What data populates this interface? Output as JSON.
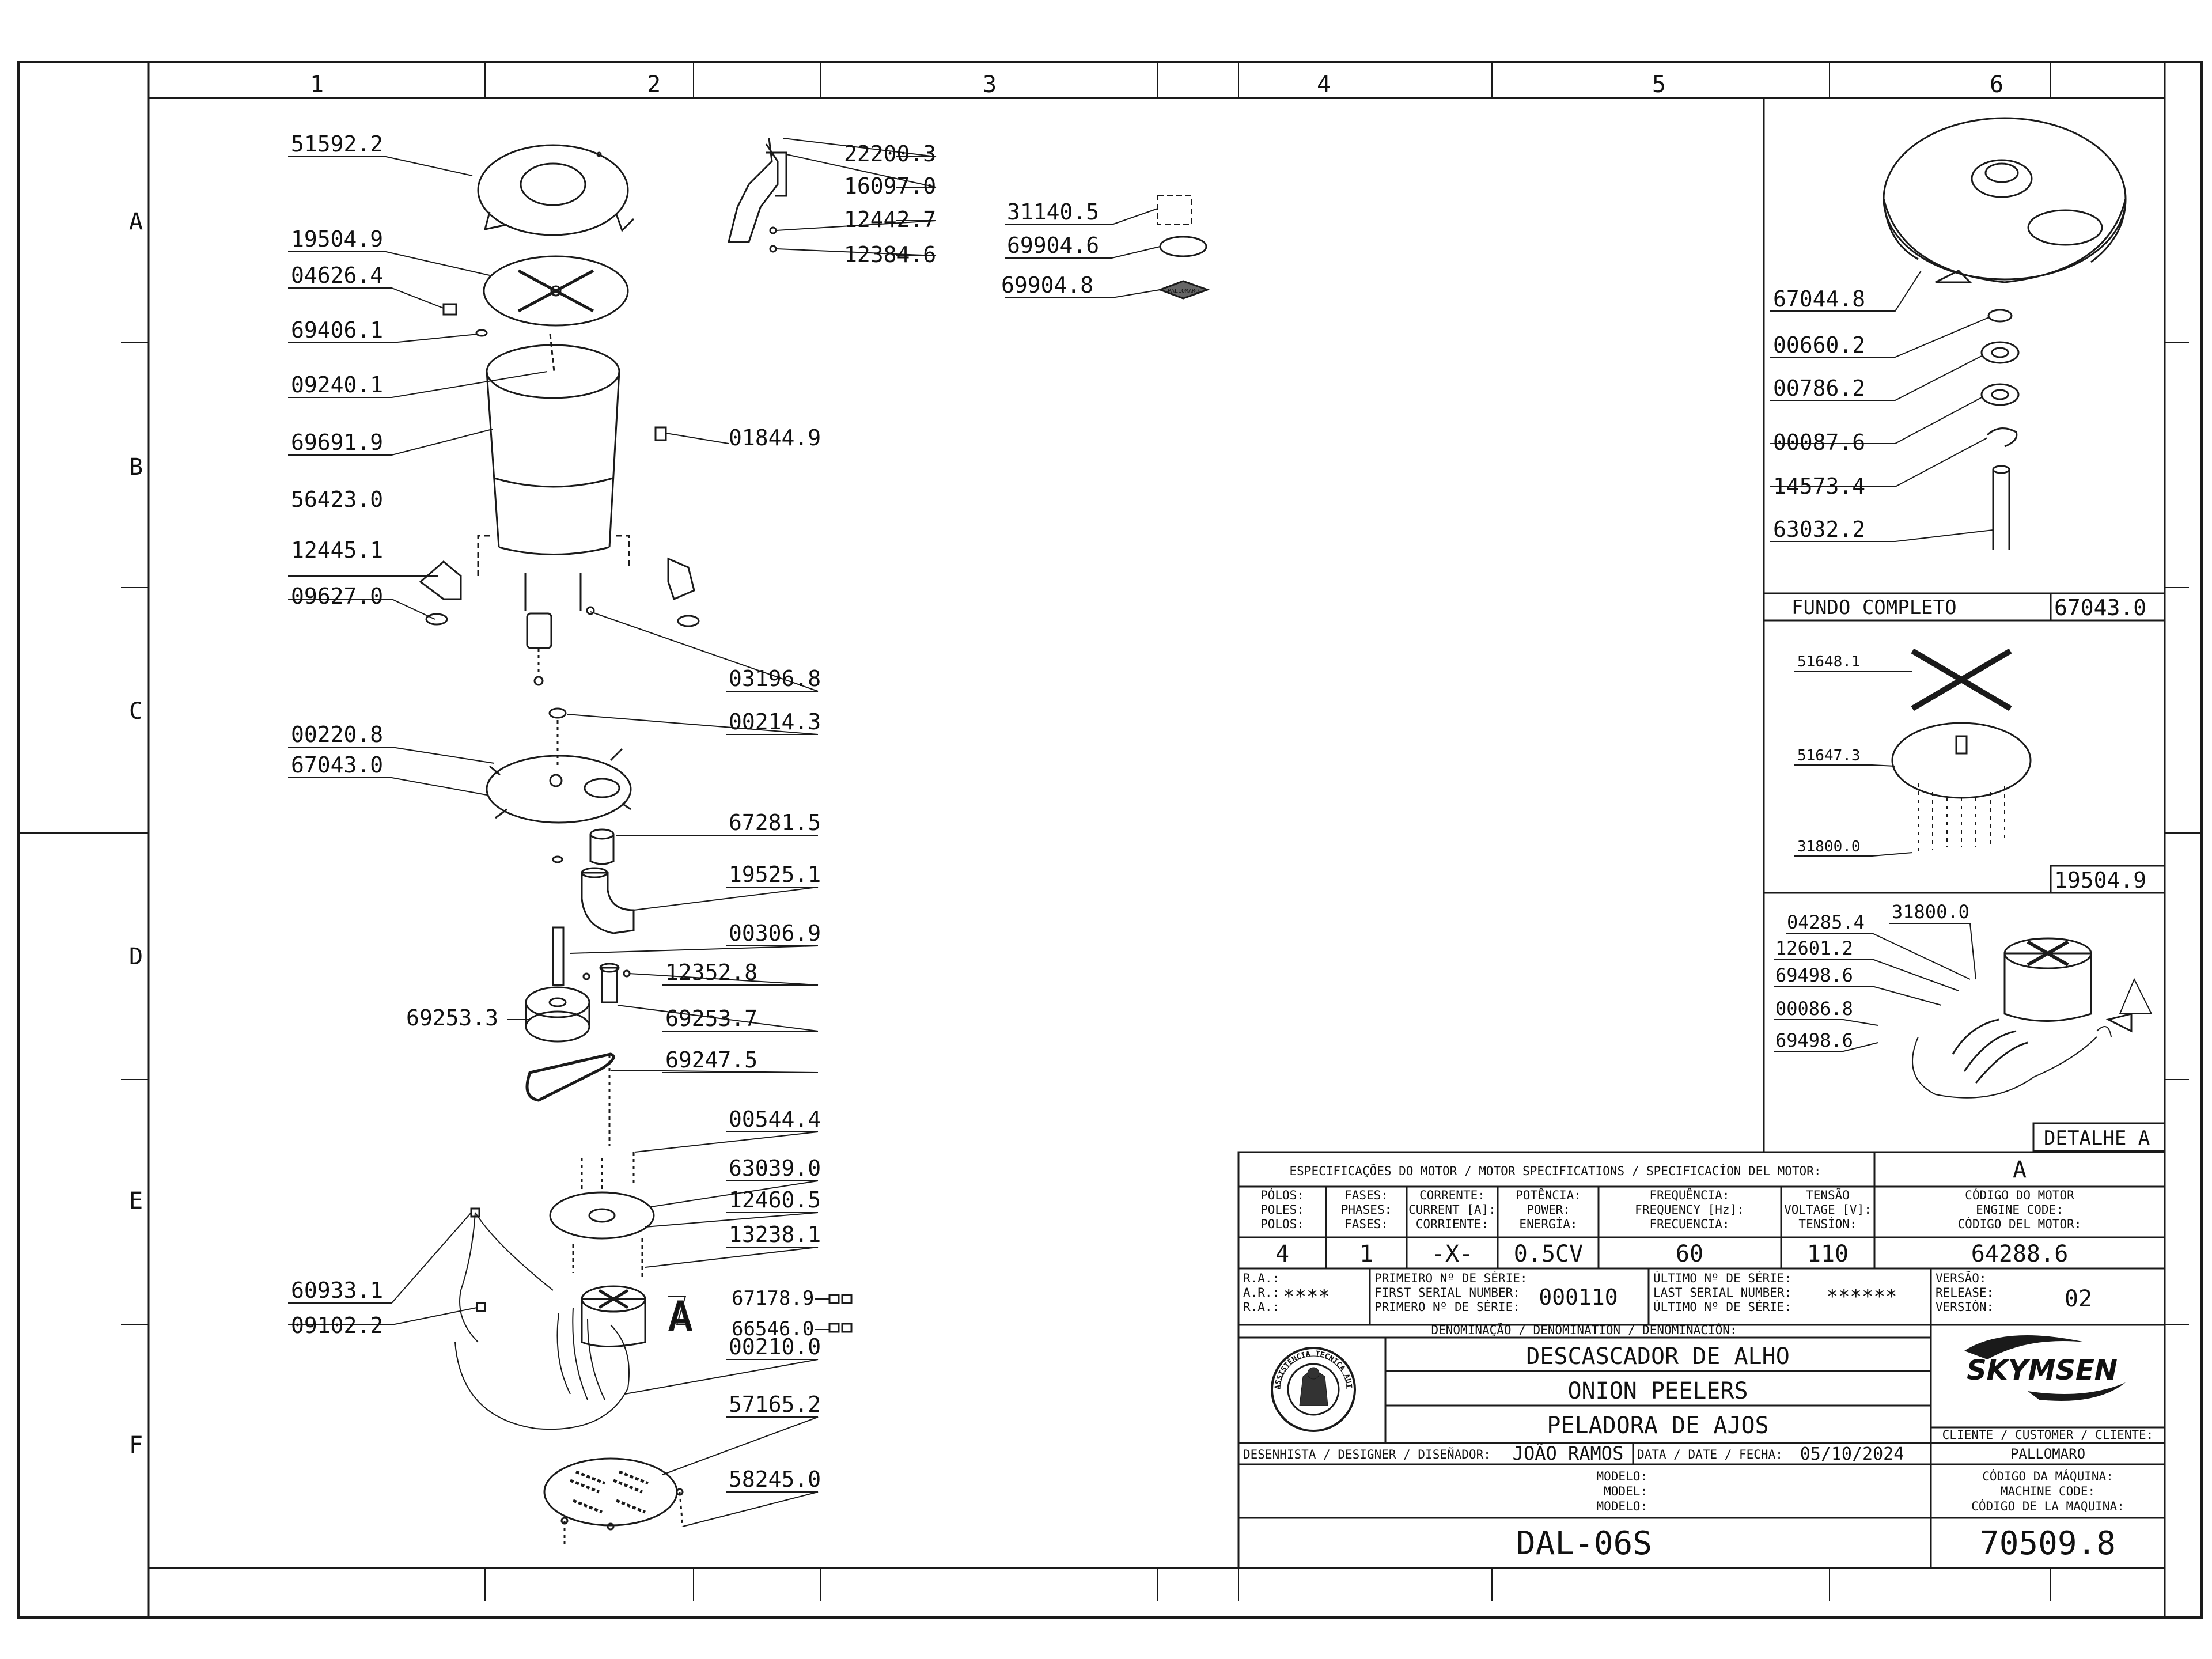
{
  "grid": {
    "columns": [
      "1",
      "2",
      "3",
      "4",
      "5",
      "6"
    ],
    "rows": [
      "A",
      "B",
      "C",
      "D",
      "E",
      "F"
    ]
  },
  "parts": [
    {
      "id": "51592.2"
    },
    {
      "id": "19504.9"
    },
    {
      "id": "04626.4"
    },
    {
      "id": "69406.1"
    },
    {
      "id": "09240.1"
    },
    {
      "id": "69691.9"
    },
    {
      "id": "56423.0"
    },
    {
      "id": "12445.1"
    },
    {
      "id": "09627.0"
    },
    {
      "id": "01844.9"
    },
    {
      "id": "03196.8"
    },
    {
      "id": "00220.8"
    },
    {
      "id": "67043.0"
    },
    {
      "id": "00214.3"
    },
    {
      "id": "67281.5"
    },
    {
      "id": "19525.1"
    },
    {
      "id": "00306.9"
    },
    {
      "id": "12352.8"
    },
    {
      "id": "69253.3"
    },
    {
      "id": "69253.7"
    },
    {
      "id": "69247.5"
    },
    {
      "id": "00544.4"
    },
    {
      "id": "63039.0"
    },
    {
      "id": "12460.5"
    },
    {
      "id": "13238.1"
    },
    {
      "id": "60933.1"
    },
    {
      "id": "09102.2"
    },
    {
      "id": "67178.9"
    },
    {
      "id": "66546.0"
    },
    {
      "id": "00210.0"
    },
    {
      "id": "57165.2"
    },
    {
      "id": "58245.0"
    },
    {
      "id": "22200.3"
    },
    {
      "id": "16097.0"
    },
    {
      "id": "12442.7"
    },
    {
      "id": "12384.6"
    },
    {
      "id": "31140.5"
    },
    {
      "id": "69904.6"
    },
    {
      "id": "69904.8"
    }
  ],
  "detail_parts": {
    "fundo": [
      "67044.8",
      "00660.2",
      "00786.2",
      "00087.6",
      "14573.4",
      "63032.2"
    ],
    "disco": [
      "51648.1",
      "51647.3",
      "31800.0"
    ],
    "motor": [
      "04285.4",
      "31800.0",
      "12601.2",
      "69498.6",
      "00086.8",
      "69498.6"
    ]
  },
  "details": {
    "fundo_title": "FUNDO COMPLETO",
    "fundo_code": "67043.0",
    "disco_code": "19504.9",
    "motor_title": "DETALHE A",
    "callout_letter": "A"
  },
  "logos": {
    "small1": "",
    "small2": "PALLOMARO"
  },
  "motor_specs": {
    "heading": "ESPECIFICAÇÕES DO MOTOR / MOTOR SPECIFICATIONS / SPECIFICACÍON DEL MOTOR:",
    "letter": "A",
    "headers": [
      [
        "PÓLOS:",
        "POLES:",
        "POLOS:"
      ],
      [
        "FASES:",
        "PHASES:",
        "FASES:"
      ],
      [
        "CORRENTE:",
        "CURRENT [A]:",
        "CORRIENTE:"
      ],
      [
        "POTÊNCIA:",
        "POWER:",
        "ENERGÍA:"
      ],
      [
        "FREQUÊNCIA:",
        "FREQUENCY [Hz]:",
        "FRECUENCIA:"
      ],
      [
        "TENSÃO",
        "VOLTAGE [V]:",
        "TENSÍON:"
      ],
      [
        "CÓDIGO DO MOTOR",
        "ENGINE CODE:",
        "CÓDIGO DEL MOTOR:"
      ]
    ],
    "values": [
      "4",
      "1",
      "-X-",
      "0.5CV",
      "60",
      "110",
      "64288.6"
    ]
  },
  "serial": {
    "ra_labels": [
      "R.A.:",
      "A.R.:",
      "R.A.:"
    ],
    "ra_value": "****",
    "first_labels": [
      "PRIMEIRO Nº DE SÉRIE:",
      "FIRST SERIAL NUMBER:",
      "PRIMERO Nº DE SÉRIE:"
    ],
    "first_value": "000110",
    "last_labels": [
      "ÚLTIMO Nº DE SÉRIE:",
      "LAST SERIAL NUMBER:",
      "ÚLTIMO Nº DE SÉRIE:"
    ],
    "last_value": "******",
    "version_labels": [
      "VERSÃO:",
      "RELEASE:",
      "VERSIÓN:"
    ],
    "version_value": "02"
  },
  "denomination": {
    "heading": "DENOMINAÇÃO / DENOMINATION / DENOMINACIÓN:",
    "names": [
      "DESCASCADOR DE ALHO",
      "ONION PEELERS",
      "PELADORA DE AJOS"
    ]
  },
  "seal": {
    "text": "ASSISTÊNCIA TÉCNICA AUTORIZADA"
  },
  "brand": "SKYMSEN",
  "client": {
    "label": "CLIENTE / CUSTOMER / CLIENTE:",
    "value": "PALLOMARO"
  },
  "designer": {
    "label": "DESENHISTA / DESIGNER / DISEÑADOR:",
    "value": "JOÃO RAMOS"
  },
  "date": {
    "label": "DATA / DATE / FECHA:",
    "value": "05/10/2024"
  },
  "model": {
    "labels": [
      "MODELO:",
      "MODEL:",
      "MODELO:"
    ],
    "value": "DAL-06S"
  },
  "machine": {
    "labels": [
      "CÓDIGO DA MÁQUINA:",
      "MACHINE CODE:",
      "CÓDIGO DE LA MAQUINA:"
    ],
    "value": "70509.8"
  },
  "colors": {
    "line": "#1a1a1a",
    "paper": "#ffffff"
  }
}
